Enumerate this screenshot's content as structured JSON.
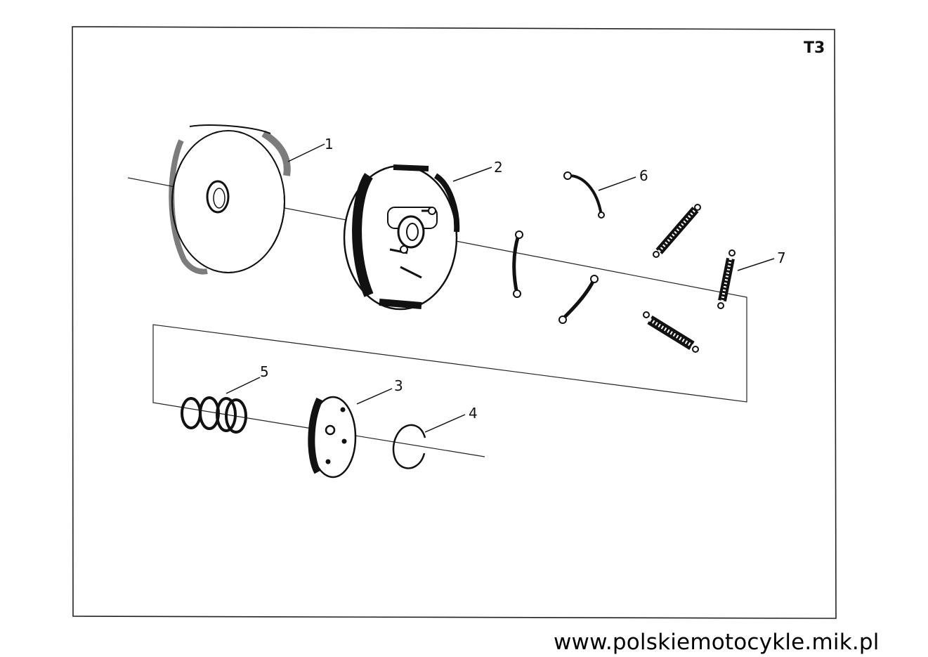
{
  "sheet_id": "T3",
  "callouts": {
    "c1": "1",
    "c2": "2",
    "c3": "3",
    "c4": "4",
    "c5": "5",
    "c6": "6",
    "c7": "7"
  },
  "watermark": "www.polskiemotocykle.mik.pl",
  "colors": {
    "ink": "#111111",
    "paper": "#ffffff"
  }
}
